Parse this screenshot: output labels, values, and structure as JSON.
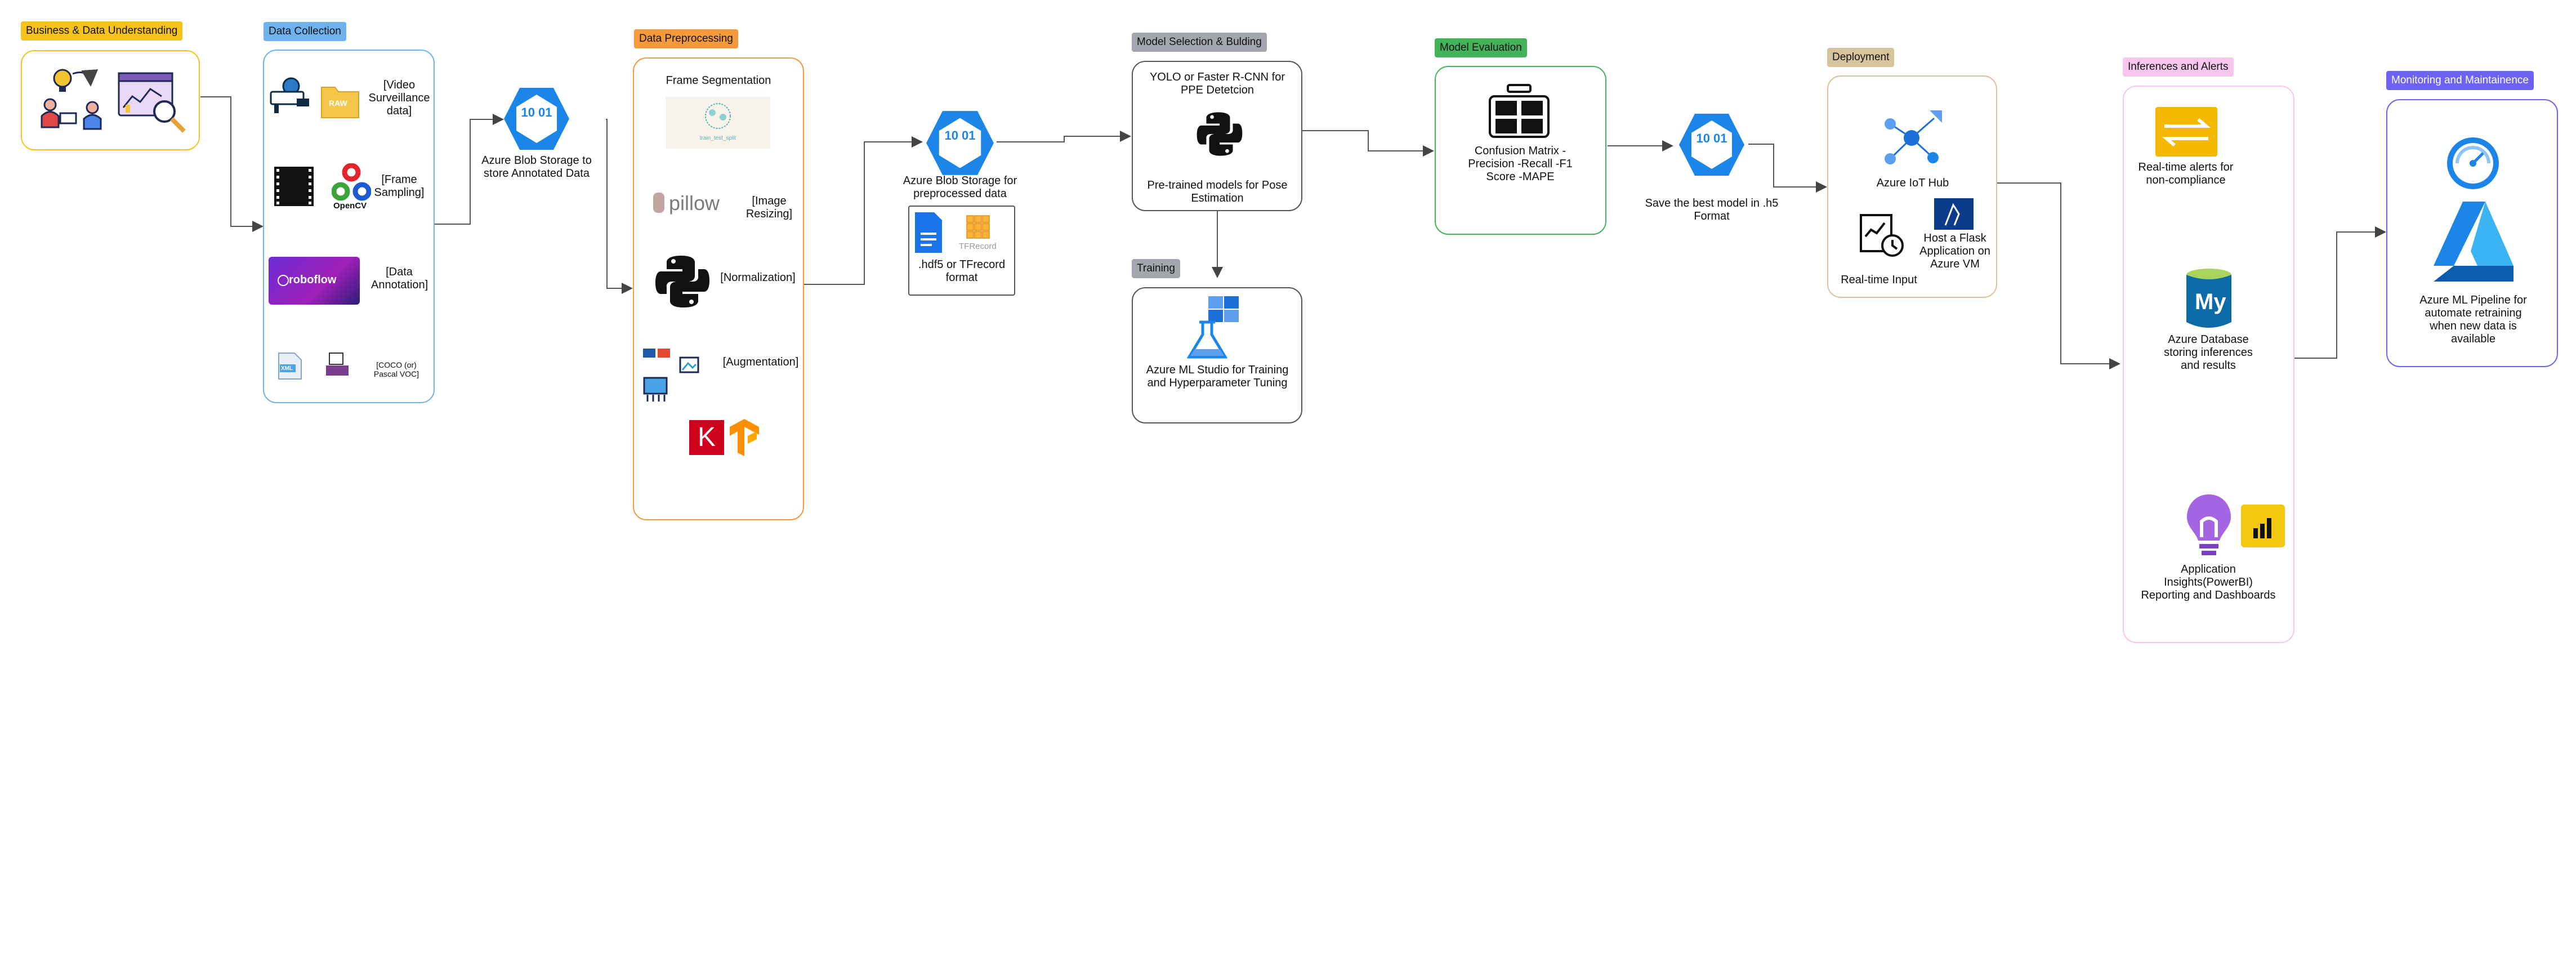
{
  "stages": {
    "business": {
      "title": "Business & Data Understanding",
      "color": "#f6c21c"
    },
    "collection": {
      "title": "Data Collection",
      "color": "#6fb3ee"
    },
    "preprocessing": {
      "title": "Data Preprocessing",
      "color": "#f59a3a"
    },
    "model_selection": {
      "title": "Model Selection & Bulding",
      "color": "#a3a7ad"
    },
    "training": {
      "title": "Training",
      "color": "#a3a7ad"
    },
    "evaluation": {
      "title": "Model Evaluation",
      "color": "#42b358"
    },
    "deployment": {
      "title": "Deployment",
      "color": "#d8c49c"
    },
    "inferences": {
      "title": "Inferences and Alerts",
      "color": "#f7c6ec"
    },
    "monitoring": {
      "title": "Monitoring and Maintainence",
      "color": "#6c62f4"
    }
  },
  "collection": {
    "video": "[Video Surveillance data]",
    "raw": "RAW",
    "frame_sampling": "[Frame Sampling]",
    "opencv": "OpenCV",
    "roboflow": "roboflow",
    "annotation": "[Data Annotation]",
    "xml": "XML",
    "formats": "[COCO (or) Pascal VOC]"
  },
  "blob1": {
    "hex_text": "10 01",
    "label": "Azure Blob Storage to store Annotated Data"
  },
  "preprocessing": {
    "frame_seg": "Frame Segmentation",
    "frame_seg_caption": "train_test_split",
    "pillow": "pillow",
    "resize": "[Image Resizing]",
    "normalization": "[Normalization]",
    "augmentation": "[Augmentation]",
    "keras": "K"
  },
  "blob2": {
    "hex_text": "10 01",
    "label": "Azure Blob Storage for preprocessed data",
    "tfrecord": "TFRecord",
    "format": ".hdf5 or TFrecord format"
  },
  "model": {
    "top": "YOLO or Faster R-CNN for PPE Detetcion",
    "bottom": "Pre-trained models for Pose Estimation"
  },
  "training": {
    "label": "Azure ML Studio for Training and Hyperparameter Tuning"
  },
  "evaluation": {
    "label": "Confusion Matrix -Precision -Recall -F1 Score -MAPE"
  },
  "save": {
    "hex_text": "10 01",
    "label": "Save the best model in .h5 Format"
  },
  "deployment": {
    "iot": "Azure IoT Hub",
    "realtime": "Real-time Input",
    "flask": "Host a Flask Application on Azure VM"
  },
  "inferences": {
    "alerts": "Real-time alerts for non-compliance",
    "db_logo": "My",
    "db": "Azure Database storing inferences and results",
    "insights": "Application Insights(PowerBI) Reporting and Dashboards"
  },
  "monitoring": {
    "label": "Azure ML Pipeline for automate retraining when new data is available"
  }
}
